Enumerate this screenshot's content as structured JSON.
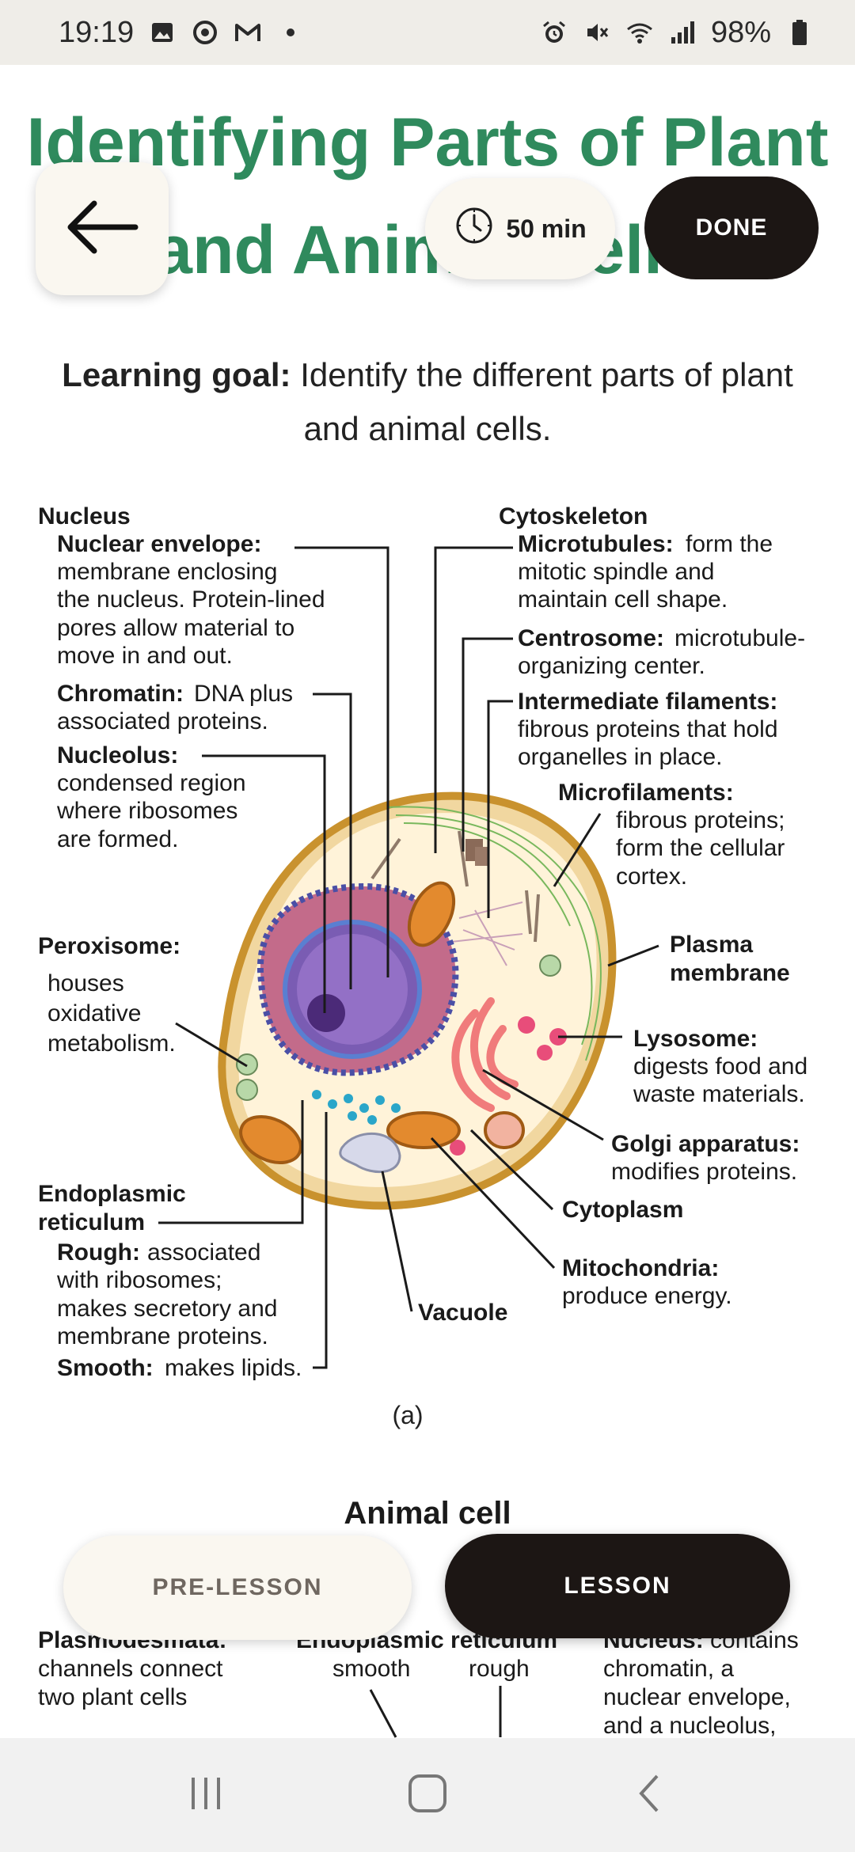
{
  "status_bar": {
    "time": "19:19",
    "battery": "98%",
    "left_icons": [
      "gallery-icon",
      "browser-icon",
      "gmail-icon",
      "dot-icon"
    ],
    "right_icons": [
      "alarm-icon",
      "mute-icon",
      "wifi-icon",
      "signal-icon",
      "battery-icon"
    ]
  },
  "header": {
    "title": "Identifying Parts of Plant and Animal Cells",
    "timer_label": "50 min",
    "done_label": "DONE"
  },
  "learning_goal": {
    "label": "Learning goal:",
    "text": "Identify the different parts of plant and animal cells."
  },
  "diagram": {
    "labels": {
      "nucleus": "Nucleus",
      "nuclear_envelope_title": "Nuclear envelope:",
      "nuclear_envelope_l1": "membrane enclosing",
      "nuclear_envelope_l2": "the nucleus. Protein-lined",
      "nuclear_envelope_l3": "pores allow material to",
      "nuclear_envelope_l4": "move in and out.",
      "chromatin_title": "Chromatin:",
      "chromatin_l1": "DNA plus",
      "chromatin_l2": "associated proteins.",
      "nucleolus_title": "Nucleolus:",
      "nucleolus_l1": "condensed region",
      "nucleolus_l2": "where ribosomes",
      "nucleolus_l3": "are formed.",
      "peroxisome_title": "Peroxisome:",
      "peroxisome_l1": "houses",
      "peroxisome_l2": "oxidative",
      "peroxisome_l3": "metabolism.",
      "er_title_l1": "Endoplasmic",
      "er_title_l2": "reticulum",
      "rough_title": "Rough:",
      "rough_l1": "associated",
      "rough_l2": "with ribosomes;",
      "rough_l3": "makes secretory and",
      "rough_l4": "membrane proteins.",
      "smooth_title": "Smooth:",
      "smooth_l1": "makes lipids.",
      "cytoskeleton": "Cytoskeleton",
      "microtubules_title": "Microtubules:",
      "microtubules_l1": "form the",
      "microtubules_l2": "mitotic spindle and",
      "microtubules_l3": "maintain cell shape.",
      "centrosome_title": "Centrosome:",
      "centrosome_l1": "microtubule-",
      "centrosome_l2": "organizing center.",
      "intermediate_title": "Intermediate filaments:",
      "intermediate_l1": "fibrous proteins that hold",
      "intermediate_l2": "organelles in place.",
      "microfilaments_title": "Microfilaments:",
      "microfilaments_l1": "fibrous proteins;",
      "microfilaments_l2": "form the cellular",
      "microfilaments_l3": "cortex.",
      "plasma_l1": "Plasma",
      "plasma_l2": "membrane",
      "lysosome_title": "Lysosome:",
      "lysosome_l1": "digests food and",
      "lysosome_l2": "waste materials.",
      "golgi_title": "Golgi apparatus:",
      "golgi_l1": "modifies proteins.",
      "cytoplasm": "Cytoplasm",
      "mitochondria_title": "Mitochondria:",
      "mitochondria_l1": "produce energy.",
      "vacuole": "Vacuole"
    },
    "caption": "(a)"
  },
  "section_title": "Animal cell",
  "next_diagram": {
    "plasmodesmata_title": "Plasmodesmata:",
    "plasmodesmata_l1": "channels connect",
    "plasmodesmata_l2": "two plant cells",
    "er_title": "Endoplasmic reticulum",
    "er_smooth": "smooth",
    "er_rough": "rough",
    "nucleus_title": "Nucleus:",
    "nucleus_l1": "contains",
    "nucleus_l2": "chromatin, a",
    "nucleus_l3": "nuclear envelope,",
    "nucleus_l4": "and a nucleolus,"
  },
  "bottom_tabs": {
    "pre_lesson": "PRE-LESSON",
    "lesson": "LESSON"
  },
  "colors": {
    "title_green": "#2f8a5d",
    "dark_button": "#1c1614",
    "cream_button": "#faf7f0"
  }
}
